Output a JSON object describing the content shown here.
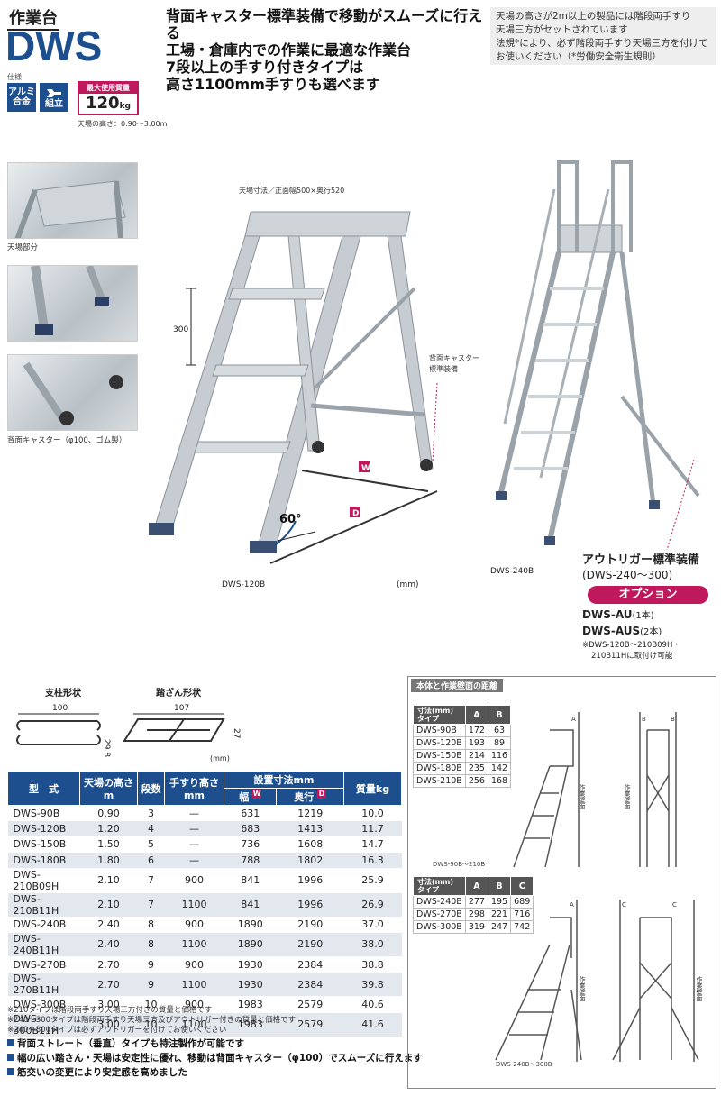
{
  "header": {
    "category": "作業台",
    "model": "DWS",
    "spec_label": "仕様",
    "icons": [
      {
        "name": "alu-icon",
        "line1": "アルミ",
        "line2": "合金"
      },
      {
        "name": "assembly-icon",
        "line1": "組立",
        "line2": ""
      }
    ],
    "max_load_title": "最大使用質量",
    "max_load_value": "120",
    "max_load_unit": "kg",
    "height_note": "天場の高さ：0.90～3.00m"
  },
  "headline": [
    "背面キャスター標準装備で移動がスムーズに行える",
    "工場・倉庫内での作業に最適な作業台",
    "7段以上の手すり付きタイプは",
    "高さ1100mm手すりも選べます"
  ],
  "info_box": [
    "天場の高さが2m以上の製品には階段両手すり",
    "天場三方がセットされています",
    "法規*により、必ず階段両手すり天場三方を付けて",
    "お使いください（*労働安全衛生規則）"
  ],
  "photos": [
    {
      "caption": "天場部分"
    },
    {
      "caption": ""
    },
    {
      "caption": "背面キャスター（φ100、ゴム製）"
    }
  ],
  "diagram": {
    "top_dims": "天場寸法／正面幅500×奥行520",
    "step_dim": "300",
    "caster_label_1": "背面キャスター",
    "caster_label_2": "標準装備",
    "w_mark": "W",
    "d_mark": "D",
    "angle": "60°",
    "model_left": "DWS-120B",
    "unit": "(mm)",
    "model_right": "DWS-240B"
  },
  "option": {
    "title": "アウトリガー標準装備",
    "subtitle": "(DWS-240～300)",
    "tag": "オプション",
    "items": [
      {
        "code": "DWS-AU",
        "qty": "(1本)"
      },
      {
        "code": "DWS-AUS",
        "qty": "(2本)"
      }
    ],
    "note_1": "※DWS-120B～210B09H・",
    "note_2": "210B11Hに取付け可能"
  },
  "profiles": {
    "pillar_label": "支柱形状",
    "pillar_width": "100",
    "pillar_height": "29.8",
    "tread_label": "踏ざん形状",
    "tread_width": "107",
    "tread_height": "27",
    "unit": "(mm)"
  },
  "spec_table": {
    "headers": {
      "model": "型　式",
      "height": "天場の高さ",
      "height_unit": "m",
      "steps": "段数",
      "rail": "手すり高さ",
      "rail_unit": "mm",
      "footprint": "設置寸法mm",
      "width": "幅",
      "depth": "奥行",
      "weight": "質量kg"
    },
    "rows": [
      [
        "DWS-90B",
        "0.90",
        "3",
        "—",
        "631",
        "1219",
        "10.0"
      ],
      [
        "DWS-120B",
        "1.20",
        "4",
        "—",
        "683",
        "1413",
        "11.7"
      ],
      [
        "DWS-150B",
        "1.50",
        "5",
        "—",
        "736",
        "1608",
        "14.7"
      ],
      [
        "DWS-180B",
        "1.80",
        "6",
        "—",
        "788",
        "1802",
        "16.3"
      ],
      [
        "DWS-210B09H",
        "2.10",
        "7",
        "900",
        "841",
        "1996",
        "25.9"
      ],
      [
        "DWS-210B11H",
        "2.10",
        "7",
        "1100",
        "841",
        "1996",
        "26.9"
      ],
      [
        "DWS-240B",
        "2.40",
        "8",
        "900",
        "1890",
        "2190",
        "37.0"
      ],
      [
        "DWS-240B11H",
        "2.40",
        "8",
        "1100",
        "1890",
        "2190",
        "38.0"
      ],
      [
        "DWS-270B",
        "2.70",
        "9",
        "900",
        "1930",
        "2384",
        "38.8"
      ],
      [
        "DWS-270B11H",
        "2.70",
        "9",
        "1100",
        "1930",
        "2384",
        "39.8"
      ],
      [
        "DWS-300B",
        "3.00",
        "10",
        "900",
        "1983",
        "2579",
        "40.6"
      ],
      [
        "DWS-300B11H",
        "3.00",
        "10",
        "1100",
        "1983",
        "2579",
        "41.6"
      ]
    ]
  },
  "notes": [
    "※210タイプは階段両手すり天場三方付きの質量と価格です",
    "※240～300タイプは階段両手すり天場三方及びアウトリガー付きの質量と価格です",
    "※240～300タイプは必ずアウトリガーを付けてお使いください"
  ],
  "bullets": [
    "背面ストレート（垂直）タイプも特注製作が可能です",
    "幅の広い踏さん・天場は安定性に優れ、移動は背面キャスター（φ100）でスムーズに行えます",
    "筋交いの変更により安定感を高めました"
  ],
  "distance_panel": {
    "title": "本体と作業壁面の距離",
    "type_header_1": "寸法(mm)",
    "type_header_2": "タイプ",
    "table1": {
      "cols": [
        "A",
        "B"
      ],
      "rows": [
        [
          "DWS-90B",
          "172",
          "63"
        ],
        [
          "DWS-120B",
          "193",
          "89"
        ],
        [
          "DWS-150B",
          "214",
          "116"
        ],
        [
          "DWS-180B",
          "235",
          "142"
        ],
        [
          "DWS-210B",
          "256",
          "168"
        ]
      ],
      "caption": "DWS-90B～210B"
    },
    "table2": {
      "cols": [
        "A",
        "B",
        "C"
      ],
      "rows": [
        [
          "DWS-240B",
          "277",
          "195",
          "689"
        ],
        [
          "DWS-270B",
          "298",
          "221",
          "716"
        ],
        [
          "DWS-300B",
          "319",
          "247",
          "742"
        ]
      ],
      "caption": "DWS-240B～300B"
    },
    "wall_label": "作業壁面"
  }
}
